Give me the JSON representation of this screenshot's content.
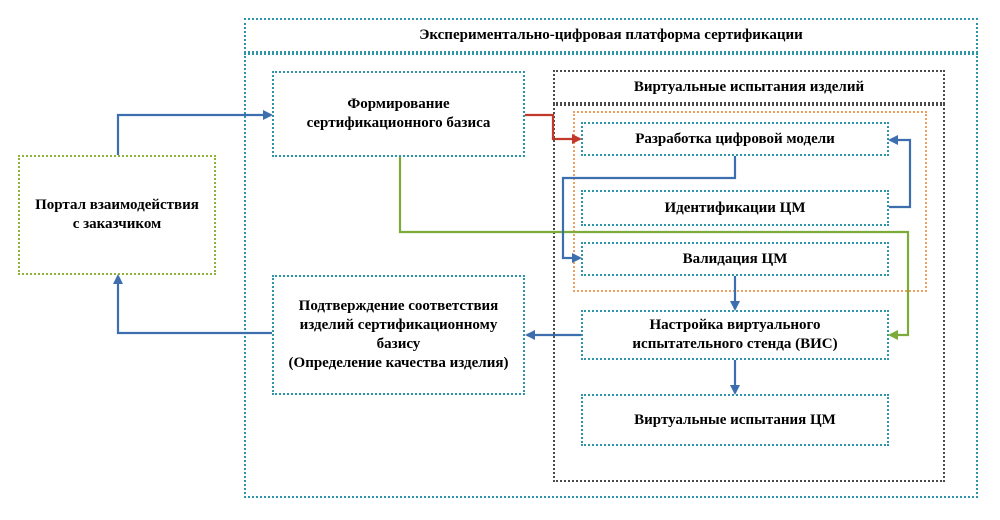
{
  "platform": {
    "title": "Экспериментально-цифровая платформа  сертификации"
  },
  "portal": {
    "label": "Портал взаимодействия\nс заказчиком"
  },
  "formation": {
    "label": "Формирование\nсертификационного базиса"
  },
  "confirmation": {
    "label": "Подтверждение соответствия\nизделий сертификационному\nбазису\n(Определение качества изделия)"
  },
  "virtual_tests": {
    "title": "Виртуальные испытания изделий",
    "development": "Разработка цифровой модели",
    "identification": "Идентификации ЦМ",
    "validation": "Валидация ЦМ",
    "stand": "Настройка виртуального\nиспытательного стенда  (ВИС)",
    "cm_tests": "Виртуальные испытания ЦМ"
  },
  "colors": {
    "teal": "#2e95a8",
    "green_border": "#8db33a",
    "blue_arrow": "#3d6fae",
    "red_arrow": "#c0392b",
    "green_arrow": "#7cab3a",
    "orange": "#f0a060"
  }
}
